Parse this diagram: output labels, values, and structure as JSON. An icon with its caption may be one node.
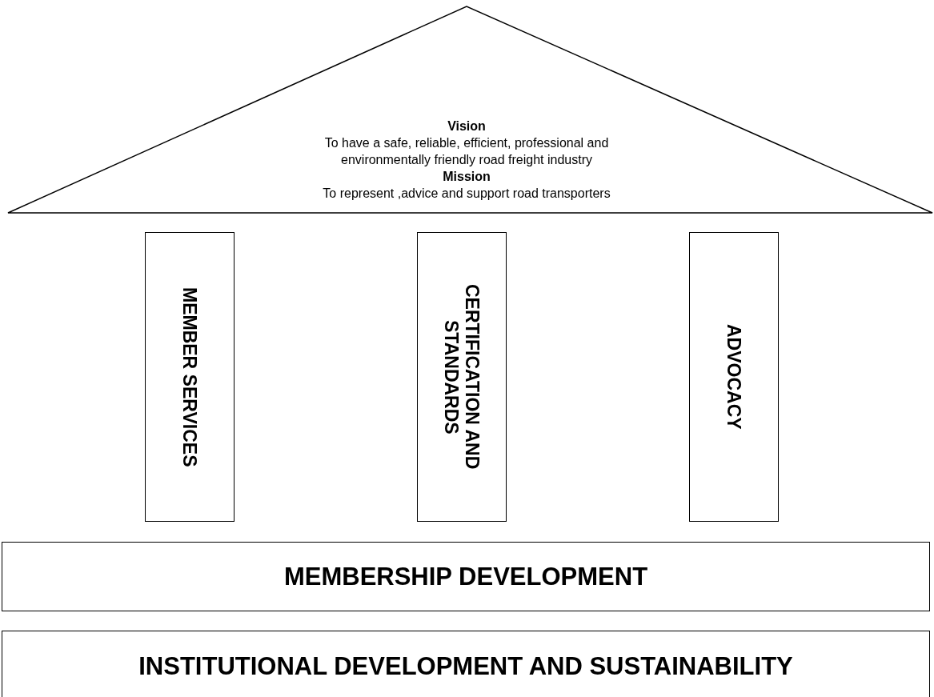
{
  "diagram": {
    "nodes": [
      {
        "text": [
          "Vision",
          "To have a safe, reliable, efficient, professional and environmentally friendly road freight industry",
          "Mission",
          "To represent ,advice and support road transporters"
        ]
      },
      {
        "text": [
          "MEMBER SERVICES"
        ]
      },
      {
        "text": [
          "CERTIFICATION AND STANDARDS"
        ]
      },
      {
        "text": [
          "ADVOCACY"
        ]
      },
      {
        "text": [
          "MEMBERSHIP DEVELOPMENT"
        ]
      },
      {
        "text": [
          "INSTITUTIONAL DEVELOPMENT AND SUSTAINABILITY"
        ]
      }
    ]
  }
}
